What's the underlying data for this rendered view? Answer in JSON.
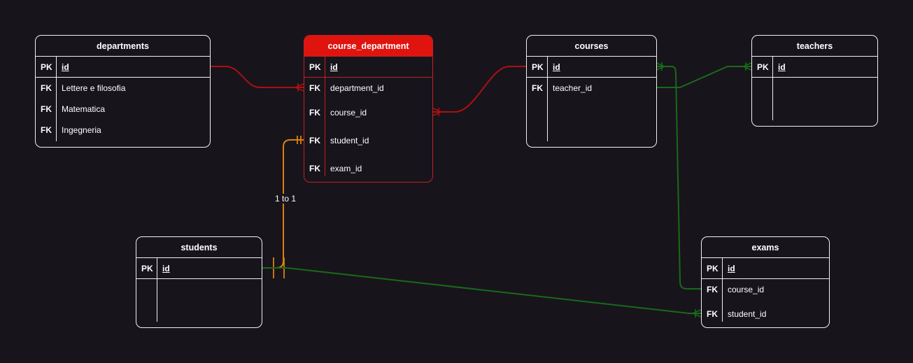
{
  "tables": {
    "departments": {
      "title": "departments",
      "pk": {
        "key": "PK",
        "field": "id"
      },
      "rows": [
        {
          "key": "FK",
          "field": "Lettere e filosofia"
        },
        {
          "key": "FK",
          "field": "Matematica"
        },
        {
          "key": "FK",
          "field": "Ingegneria"
        }
      ]
    },
    "course_department": {
      "title": "course_department",
      "pk": {
        "key": "PK",
        "field": "id"
      },
      "rows": [
        {
          "key": "FK",
          "field": "department_id"
        },
        {
          "key": "FK",
          "field": "course_id"
        },
        {
          "key": "FK",
          "field": "student_id"
        },
        {
          "key": "FK",
          "field": "exam_id"
        }
      ]
    },
    "courses": {
      "title": "courses",
      "pk": {
        "key": "PK",
        "field": "id"
      },
      "rows": [
        {
          "key": "FK",
          "field": "teacher_id"
        }
      ]
    },
    "teachers": {
      "title": "teachers",
      "pk": {
        "key": "PK",
        "field": "id"
      },
      "rows": []
    },
    "students": {
      "title": "students",
      "pk": {
        "key": "PK",
        "field": "id"
      },
      "rows": []
    },
    "exams": {
      "title": "exams",
      "pk": {
        "key": "PK",
        "field": "id"
      },
      "rows": [
        {
          "key": "FK",
          "field": "course_id"
        },
        {
          "key": "FK",
          "field": "student_id"
        }
      ]
    }
  },
  "relations": [
    {
      "from": "departments.id",
      "to": "course_department.department_id",
      "color": "#aa1111"
    },
    {
      "from": "courses.id",
      "to": "course_department.course_id",
      "color": "#aa1111"
    },
    {
      "from": "students.id",
      "to": "course_department.student_id",
      "color": "#d9820c",
      "label": "1 to 1"
    },
    {
      "from": "courses.teacher_id",
      "to": "teachers.id",
      "color": "#176b17"
    },
    {
      "from": "courses.id",
      "to": "exams.course_id",
      "color": "#176b17"
    },
    {
      "from": "students.id",
      "to": "exams.student_id",
      "color": "#176b17"
    }
  ],
  "colors": {
    "background": "#18141c",
    "border": "#f0f0f0",
    "highlight_header": "#e0140e",
    "red_edge": "#aa1111",
    "orange_edge": "#d9820c",
    "green_edge": "#176b17"
  }
}
